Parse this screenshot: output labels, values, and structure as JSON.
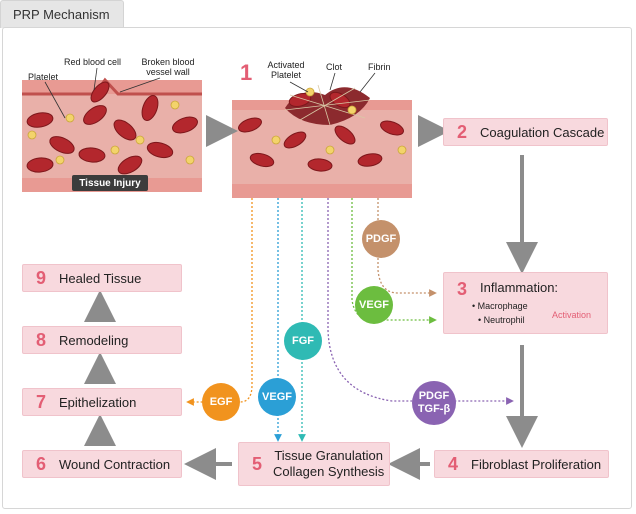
{
  "header": {
    "tab_title": "PRP Mechanism"
  },
  "illustration_left": {
    "labels": [
      "Platelet",
      "Red blood cell",
      "Broken blood vessel wall"
    ],
    "caption": "Tissue Injury"
  },
  "illustration_right": {
    "labels": [
      "Activated Platelet",
      "Clot",
      "Fibrin"
    ]
  },
  "steps": [
    {
      "num": "1",
      "label": ""
    },
    {
      "num": "2",
      "label": "Coagulation Cascade"
    },
    {
      "num": "3",
      "label": "Inflammation:",
      "items": [
        "Macrophage",
        "Neutrophil"
      ],
      "note": "Activation"
    },
    {
      "num": "4",
      "label": "Fibroblast Proliferation"
    },
    {
      "num": "5",
      "label_line1": "Tissue Granulation",
      "label_line2": "Collagen Synthesis"
    },
    {
      "num": "6",
      "label": "Wound Contraction"
    },
    {
      "num": "7",
      "label": "Epithelization"
    },
    {
      "num": "8",
      "label": "Remodeling"
    },
    {
      "num": "9",
      "label": "Healed Tissue"
    }
  ],
  "growth_factors": [
    {
      "label": "PDGF",
      "color": "#c4916b"
    },
    {
      "label": "VEGF",
      "color": "#6cbd3f"
    },
    {
      "label": "FGF",
      "color": "#2fbab4"
    },
    {
      "label": "VEGF",
      "color": "#2b9fd6"
    },
    {
      "label": "EGF",
      "color": "#f1931e"
    },
    {
      "label_line1": "PDGF",
      "label_line2": "TGF-β",
      "color": "#8a63b2"
    }
  ],
  "colors": {
    "accent": "#e35e74",
    "box_fill": "#f8d9de",
    "arrow_gray": "#8c8c8c"
  }
}
